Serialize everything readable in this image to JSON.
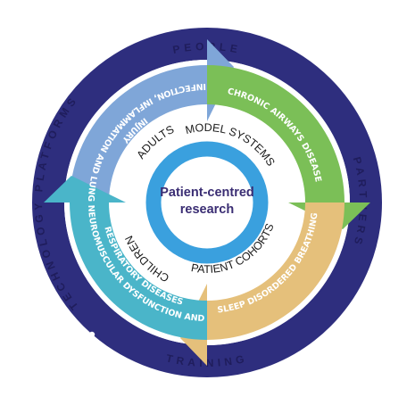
{
  "colors": {
    "outer_ring": "#2e2e7e",
    "bullet": "#1a1a1a",
    "arrow_infection": "#7fa6d8",
    "arrow_chronic": "#7bbf57",
    "arrow_sleep": "#e5c07b",
    "arrow_neuro": "#4ab5c9",
    "inner_ring": "#3aa0de",
    "center_accent": "#3a2d73"
  },
  "outer_ring": {
    "people": "PEOPLE",
    "partners": "PARTNERS",
    "training": "TRAINING",
    "technology_platforms": "TECHNOLOGY PLATFORMS"
  },
  "arrows": {
    "infection": [
      "INFECTION, INFLAMMATION AND LUNG",
      "INJURY"
    ],
    "chronic": "CHRONIC AIRWAYS DISEASE",
    "sleep": "SLEEP DISORDERED BREATHING",
    "neuro": [
      "NEUROMUSCULAR DYSFUNCTION AND",
      "RESPIRATORY DISEASES"
    ]
  },
  "inner_ring": {
    "model_systems": "MODEL SYSTEMS",
    "adults": "ADULTS",
    "children": "CHILDREN",
    "patient_cohorts": "PATIENT COHORTS"
  },
  "center": {
    "bold": "Patient",
    "rest": "-centred",
    "line2": "research"
  }
}
